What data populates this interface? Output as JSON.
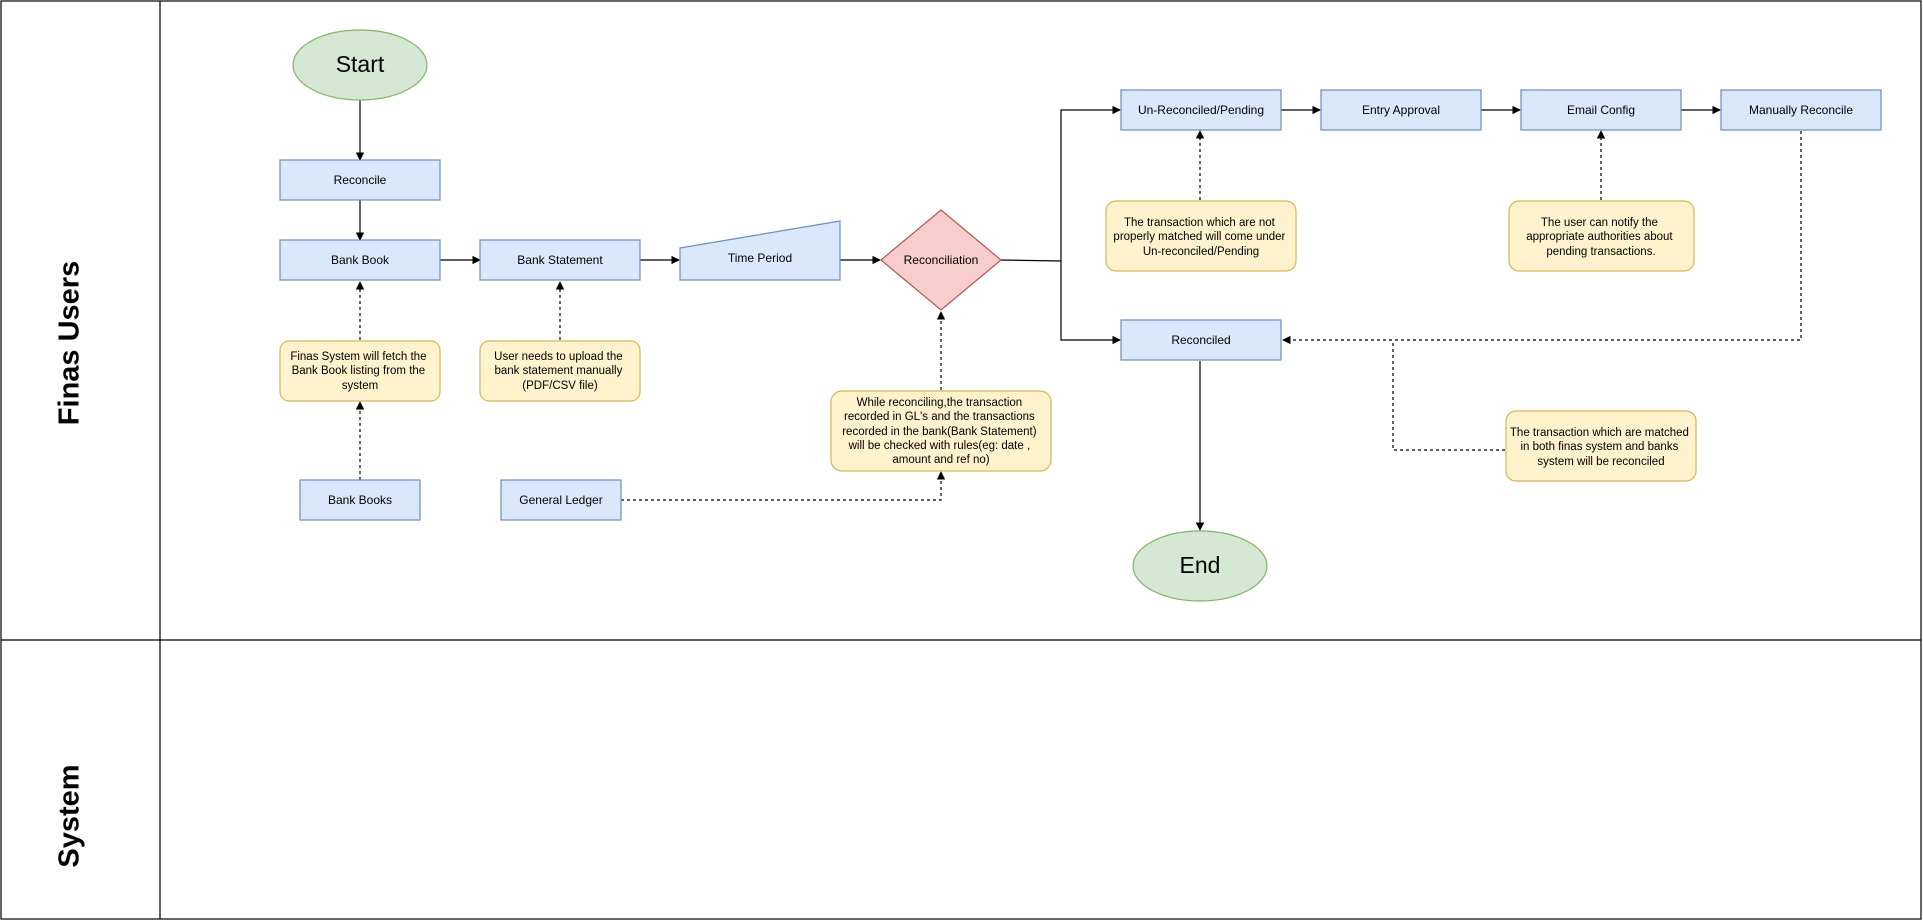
{
  "lanes": {
    "finas_users": "Finas Users",
    "system": "System"
  },
  "nodes": {
    "start": "Start",
    "reconcile": "Reconcile",
    "bank_book": "Bank Book",
    "bank_statement": "Bank Statement",
    "time_period": "Time Period",
    "reconciliation": "Reconciliation",
    "unreconciled": "Un-Reconciled/Pending",
    "entry_approval": "Entry Approval",
    "email_config": "Email Config",
    "manually_reconcile": "Manually Reconcile",
    "reconciled": "Reconciled",
    "end": "End",
    "bank_books": "Bank Books",
    "general_ledger": "General Ledger"
  },
  "notes": {
    "fetch": [
      "Finas System will fetch the",
      "Bank Book listing from the",
      "system"
    ],
    "upload": [
      "User needs to  upload the",
      "bank statement manually",
      "(PDF/CSV file)"
    ],
    "rules": [
      "While reconciling,the transaction",
      "recorded in GL's and the transactions",
      "recorded in the bank(Bank Statement)",
      "will be checked with rules(eg: date ,",
      "amount and ref no)"
    ],
    "unmatched": [
      "The transaction which are not",
      "properly matched will come under",
      "Un-reconciled/Pending"
    ],
    "notify": [
      "The user can notify the",
      "appropriate authorities about",
      "pending transactions."
    ],
    "matched": [
      "The transaction which are matched",
      "in both finas system and banks",
      "system will be reconciled"
    ]
  },
  "colors": {
    "process_fill": "#dae8fc",
    "process_stroke": "#6c8ebf",
    "terminal_fill": "#d5e8d4",
    "terminal_stroke": "#82b366",
    "decision_fill": "#f8cecc",
    "decision_stroke": "#b85450",
    "note_fill": "#fff2cc",
    "note_stroke": "#d6b656"
  }
}
